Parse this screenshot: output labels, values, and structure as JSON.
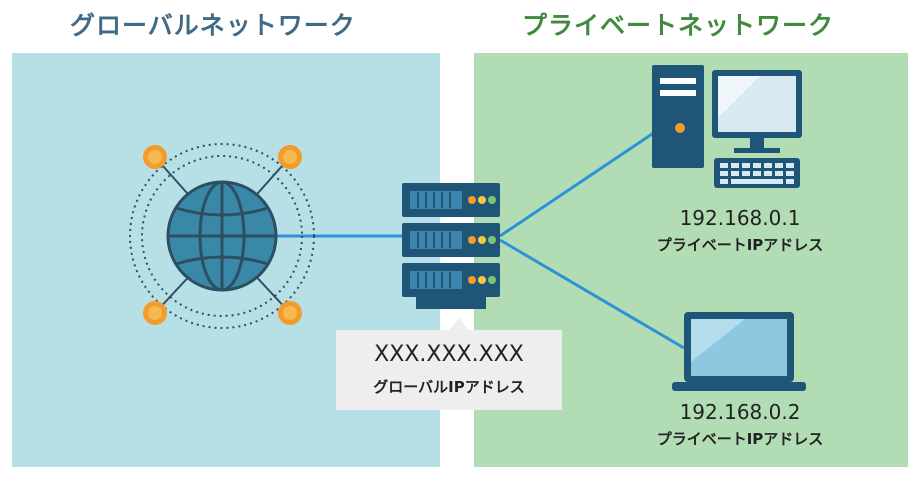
{
  "colors": {
    "global_bg": "#b7dfe6",
    "private_bg": "#b2ddb4",
    "global_heading": "#3f6b86",
    "private_heading": "#3f8a3c",
    "line": "#2d93d8",
    "globe": "#3a88a8",
    "node": "#f39c2b",
    "server": "#1f5678"
  },
  "global_network": {
    "heading": "グローバルネットワーク"
  },
  "private_network": {
    "heading": "プライベートネットワーク"
  },
  "router": {
    "ip": "XXX.XXX.XXX",
    "ip_kind": "グローバルIPアドレス"
  },
  "devices": [
    {
      "ip": "192.168.0.1",
      "ip_kind": "プライベートIPアドレス",
      "icon": "desktop-computer-icon"
    },
    {
      "ip": "192.168.0.2",
      "ip_kind": "プライベートIPアドレス",
      "icon": "laptop-icon"
    }
  ]
}
